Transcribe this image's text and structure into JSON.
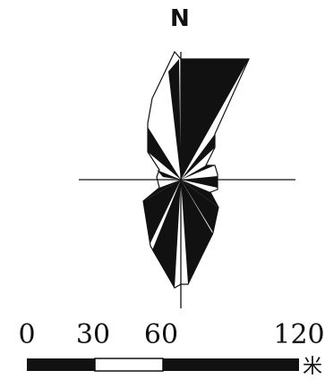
{
  "compass": {
    "north_label": "N"
  },
  "scale_bar": {
    "ticks": [
      "0",
      "30",
      "60",
      "120"
    ],
    "unit_fragment": "米"
  },
  "colors": {
    "ink": "#111111",
    "paper": "#ffffff"
  }
}
